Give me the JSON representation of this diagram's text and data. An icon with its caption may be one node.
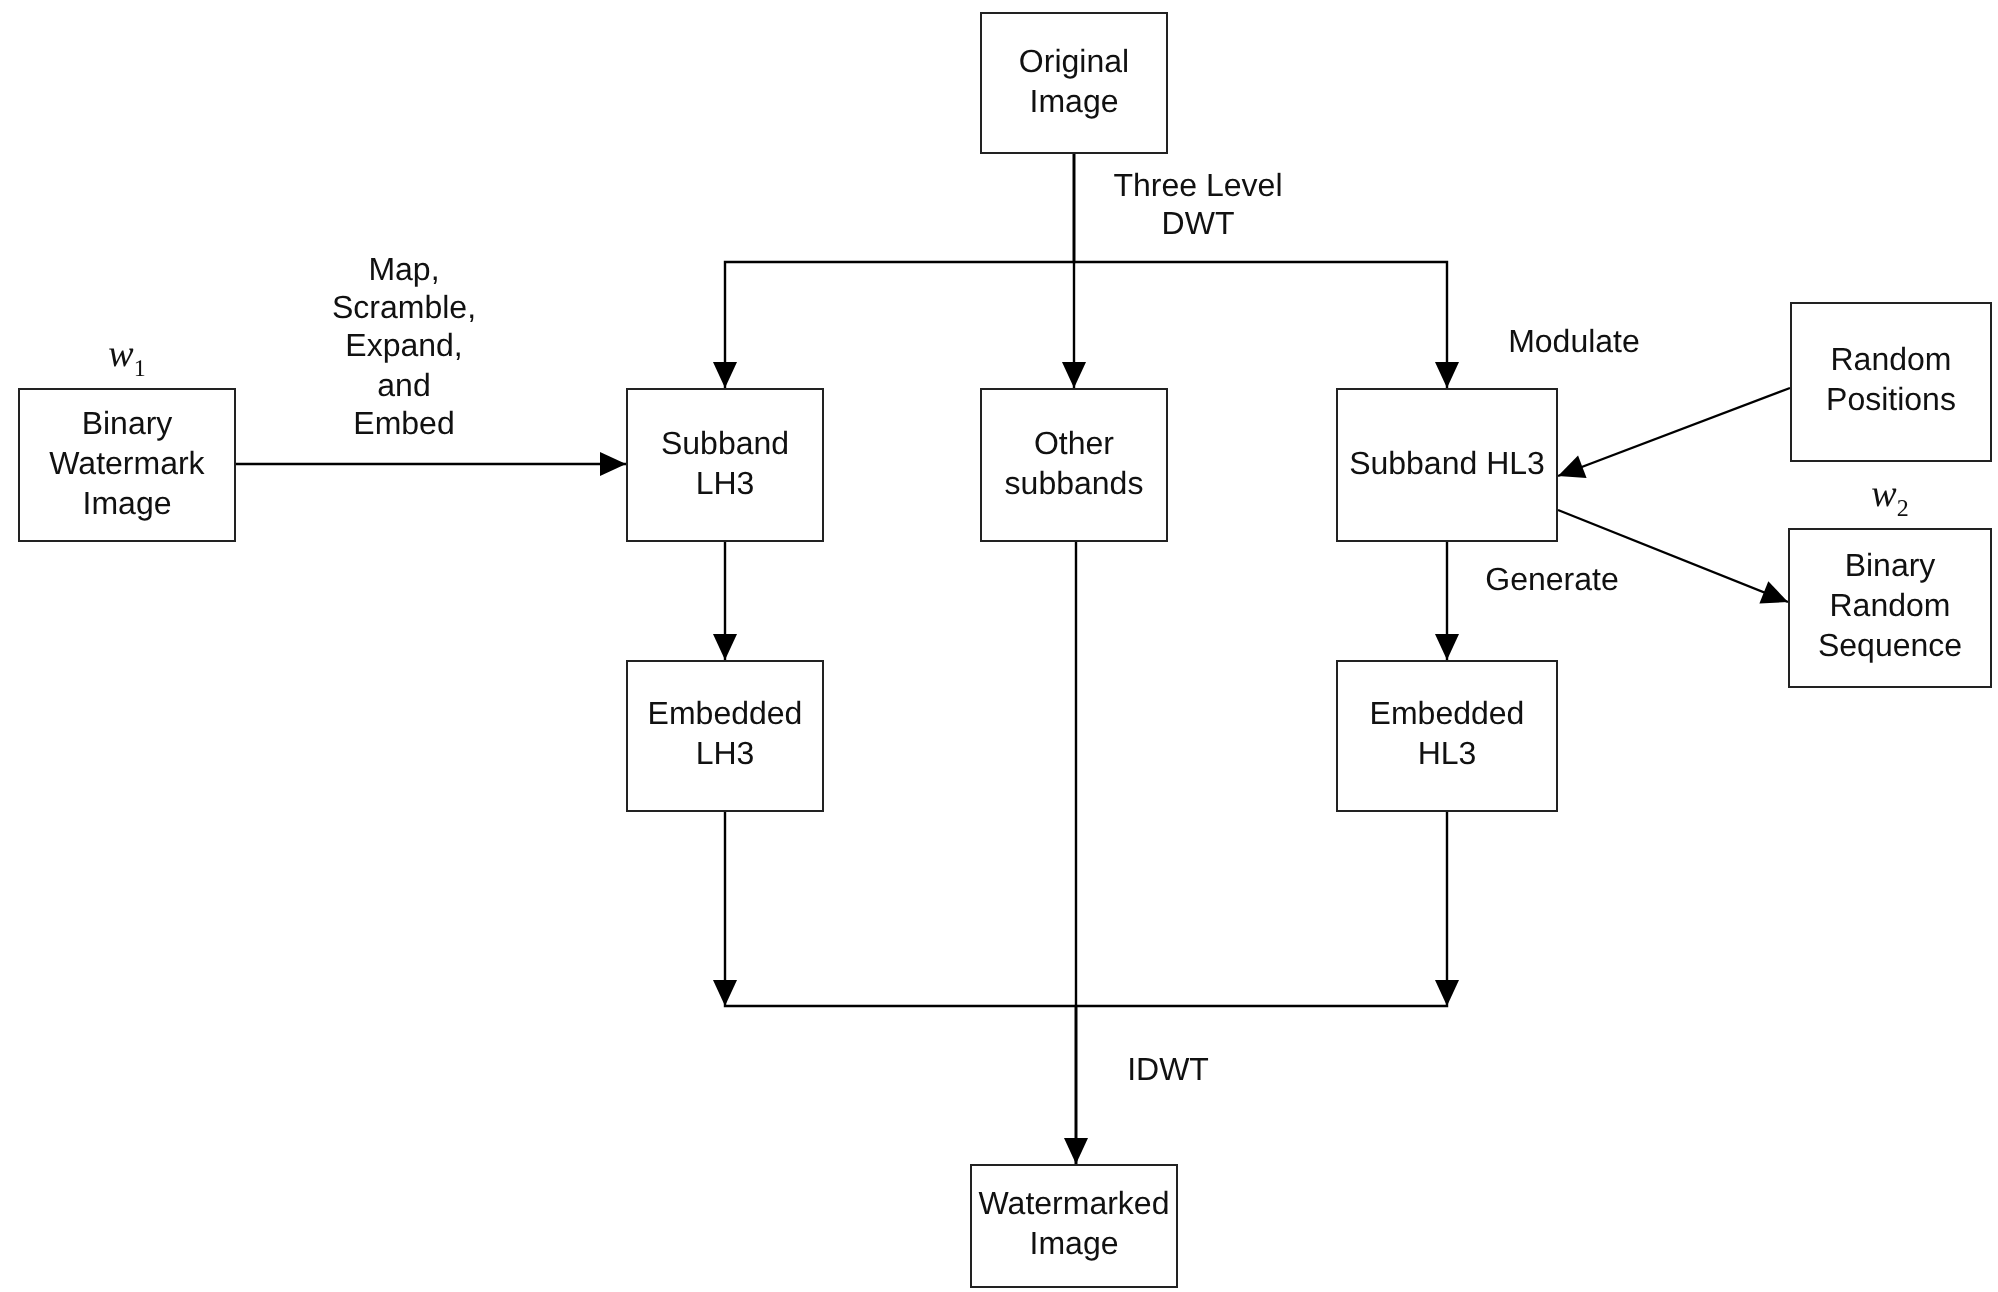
{
  "diagram": {
    "nodes": [
      {
        "text": [
          "Original Image"
        ]
      },
      {
        "text": [
          "Binary Watermark Image"
        ],
        "beside": [
          "w$_{1}$"
        ]
      },
      {
        "text": [
          "Subband LH3"
        ]
      },
      {
        "text": [
          "Other subbands"
        ]
      },
      {
        "text": [
          "Subband HL3"
        ]
      },
      {
        "text": [
          "Random Positions"
        ]
      },
      {
        "text": [
          "Binary Random Sequence"
        ],
        "beside": [
          "w$_{2}$"
        ]
      },
      {
        "text": [
          "Embedded LH3"
        ]
      },
      {
        "text": [
          "Embedded HL3"
        ]
      },
      {
        "text": [
          "Watermarked Image"
        ]
      }
    ],
    "edges": [
      {
        "from": 0,
        "to": 2,
        "arrow": "to"
      },
      {
        "from": 0,
        "to": 3,
        "arrow": "to",
        "label": "Three Level DWT"
      },
      {
        "from": 0,
        "to": 4,
        "arrow": "to"
      },
      {
        "from": 1,
        "to": 2,
        "arrow": "to",
        "label": "Map, Scramble, Expand, and Embed"
      },
      {
        "from": 5,
        "to": 4,
        "arrow": "to",
        "label": "Modulate"
      },
      {
        "from": 4,
        "to": 6,
        "arrow": "to",
        "label": "Generate"
      },
      {
        "from": 2,
        "to": 7,
        "arrow": "to"
      },
      {
        "from": 4,
        "to": 8,
        "arrow": "to"
      },
      {
        "from": 7,
        "to": 9,
        "arrow": "to"
      },
      {
        "from": 8,
        "to": 9,
        "arrow": "to"
      },
      {
        "from": 3,
        "to": 9,
        "arrow": "to",
        "label": "IDWT"
      }
    ]
  }
}
